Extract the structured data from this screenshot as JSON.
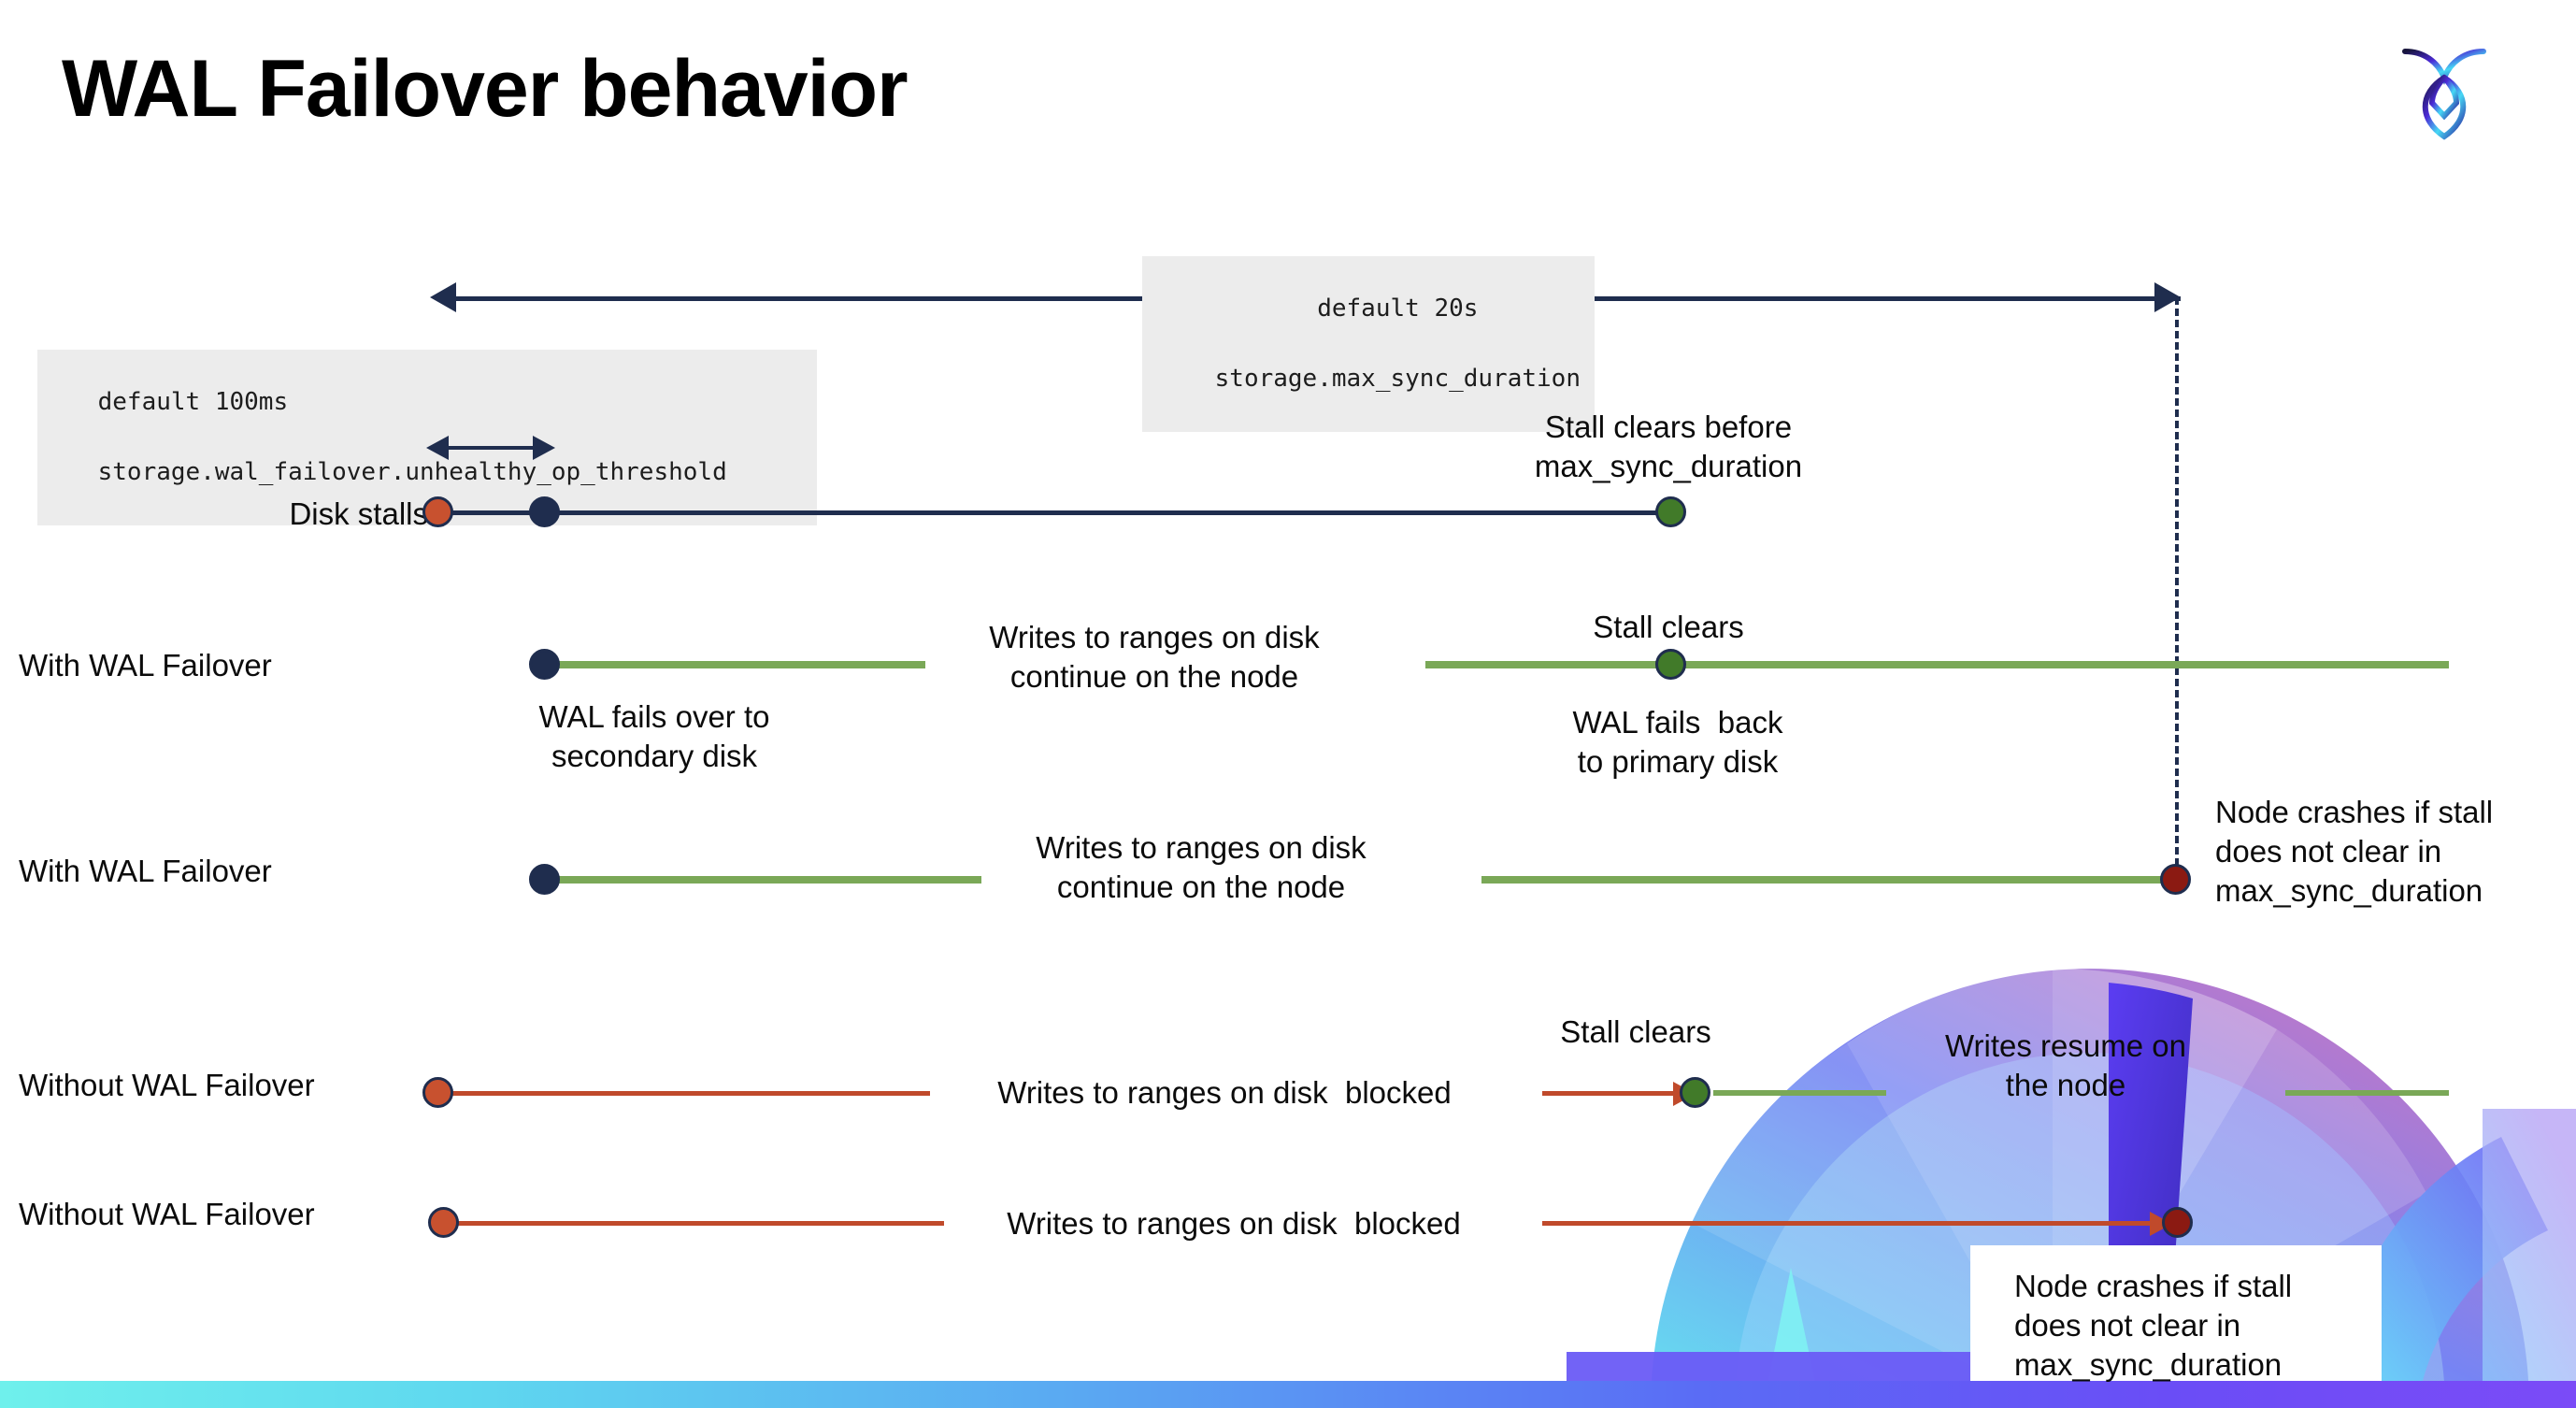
{
  "slide": {
    "title": "WAL Failover behavior",
    "logo_name": "cockroachdb-logo"
  },
  "annotations": {
    "max_sync": {
      "line1": "default 20s",
      "line2": "storage.max_sync_duration"
    },
    "unhealthy": {
      "line1": "default 100ms",
      "line2": "storage.wal_failover.unhealthy_op_threshold"
    }
  },
  "rows": [
    {
      "key": "disk-stalls",
      "label": "Disk stalls",
      "notes": [
        {
          "key": "stall-clears-before",
          "text": "Stall clears before\nmax_sync_duration"
        }
      ]
    },
    {
      "key": "with-wal-failover-1",
      "label": "With WAL Failover",
      "notes": [
        {
          "key": "writes-continue",
          "text": "Writes to ranges on disk\ncontinue on the node"
        },
        {
          "key": "stall-clears",
          "text": "Stall clears"
        },
        {
          "key": "wal-fails-over",
          "text": "WAL fails over to\nsecondary disk"
        },
        {
          "key": "wal-fails-back",
          "text": "WAL fails  back\nto primary disk"
        }
      ]
    },
    {
      "key": "with-wal-failover-2",
      "label": "With WAL Failover",
      "notes": [
        {
          "key": "writes-continue-2",
          "text": "Writes to ranges on disk\ncontinue on the node"
        },
        {
          "key": "node-crashes-top",
          "text": "Node crashes if stall\ndoes not clear in\nmax_sync_duration"
        }
      ]
    },
    {
      "key": "without-wal-failover-1",
      "label": "Without WAL Failover",
      "notes": [
        {
          "key": "writes-blocked",
          "text": "Writes to ranges on disk  blocked"
        },
        {
          "key": "stall-clears-2",
          "text": "Stall clears"
        },
        {
          "key": "writes-resume",
          "text": "Writes resume on\nthe node"
        }
      ]
    },
    {
      "key": "without-wal-failover-2",
      "label": "Without WAL Failover",
      "notes": [
        {
          "key": "writes-blocked-2",
          "text": "Writes to ranges on disk  blocked"
        },
        {
          "key": "node-crashes-bottom",
          "text": "Node crashes if stall\ndoes not clear in\nmax_sync_duration"
        }
      ]
    }
  ],
  "colors": {
    "navy": "#1f2d4e",
    "orange": "#c8512f",
    "red_line": "#c04a2b",
    "green_marker": "#417a29",
    "green_line": "#7aa857",
    "dark_red": "#8b1a12",
    "code_bg": "#ececec",
    "bar_start": "#6ff0ec",
    "bar_end": "#7b4bf7"
  }
}
